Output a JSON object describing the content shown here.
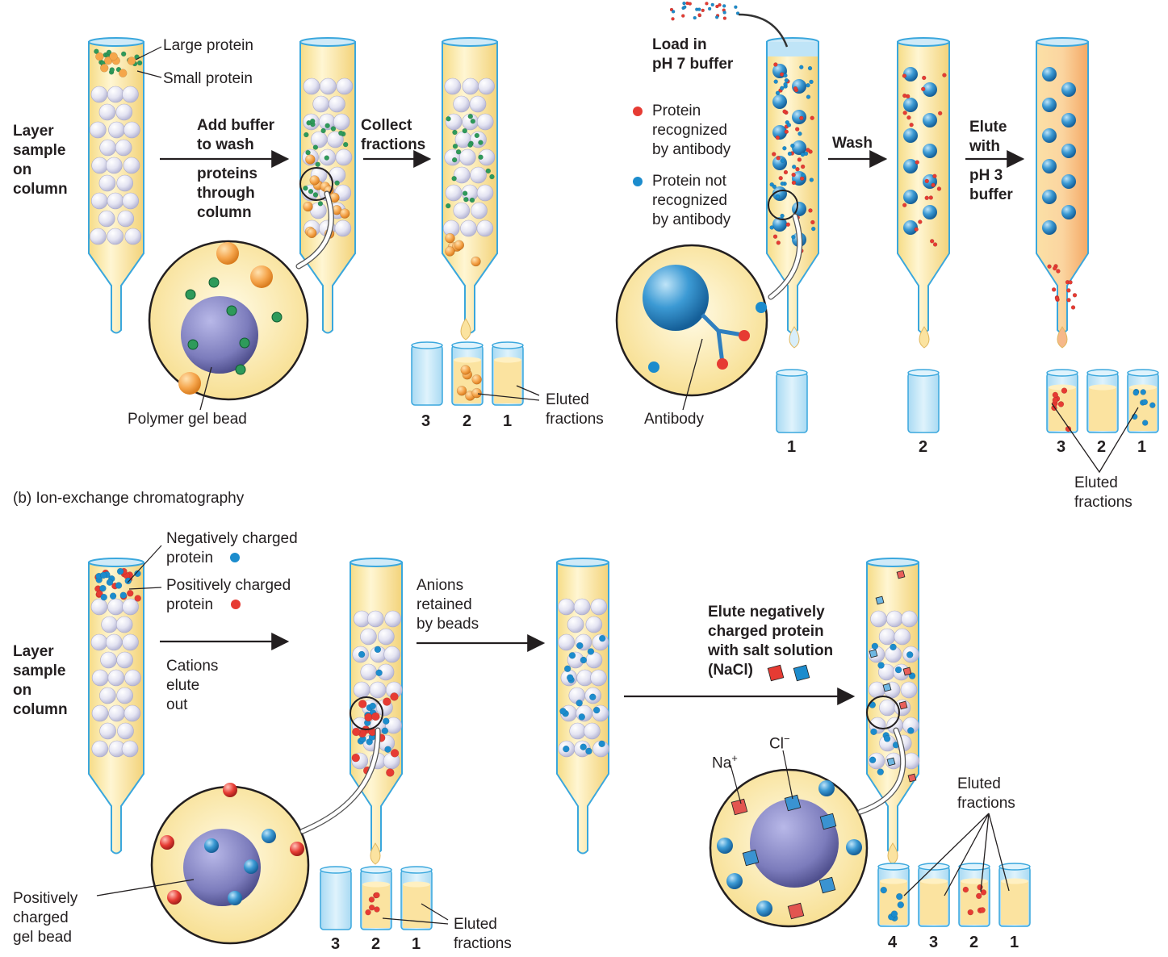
{
  "size_exclusion": {
    "legend_large": "Large protein",
    "legend_small": "Small protein",
    "layer_sample": "Layer\nsample\non\ncolumn",
    "add_buffer": "Add buffer\nto wash",
    "proteins_through": "proteins\nthrough\ncolumn",
    "collect_fractions": "Collect\nfractions",
    "polymer_gel_bead": "Polymer gel bead",
    "eluted_fractions": "Eluted\nfractions",
    "tube_numbers": [
      "3",
      "2",
      "1"
    ]
  },
  "affinity": {
    "load": "Load in\npH 7 buffer",
    "recognized": "Protein\nrecognized\nby antibody",
    "not_recognized": "Protein not\nrecognized\nby antibody",
    "wash": "Wash",
    "elute": "Elute\nwith",
    "ph3": "pH 3\nbuffer",
    "antibody": "Antibody",
    "eluted_fractions": "Eluted\nfractions",
    "col1_tube": "1",
    "col2_tube": "2",
    "tube_numbers": [
      "3",
      "2",
      "1"
    ]
  },
  "ion_exchange": {
    "title": "(b) Ion-exchange chromatography",
    "neg_protein": "Negatively charged\nprotein",
    "pos_protein": "Positively charged\nprotein",
    "layer_sample": "Layer\nsample\non\ncolumn",
    "cations": "Cations\nelute\nout",
    "anions": "Anions\nretained\nby beads",
    "elute_salt": "Elute negatively\ncharged protein\nwith salt solution\n(NaCl)",
    "na": "Na",
    "na_sup": "+",
    "cl": "Cl",
    "cl_sup": "−",
    "pos_bead": "Positively\ncharged\ngel bead",
    "eluted_fractions": "Eluted\nfractions",
    "tube_numbers_left": [
      "3",
      "2",
      "1"
    ],
    "tube_numbers_right": [
      "4",
      "3",
      "2",
      "1"
    ]
  },
  "colors": {
    "column_fill": "#fbe8a6",
    "column_edge": "#5bb8e6",
    "bead": "#dcdcef",
    "protein_red": "#e63b33",
    "protein_blue": "#1c8ccd",
    "protein_orange": "#f5a64a",
    "protein_green": "#2e9a5a",
    "gel_bead": "#7878b8",
    "tube_empty": "#c9e8f7"
  }
}
